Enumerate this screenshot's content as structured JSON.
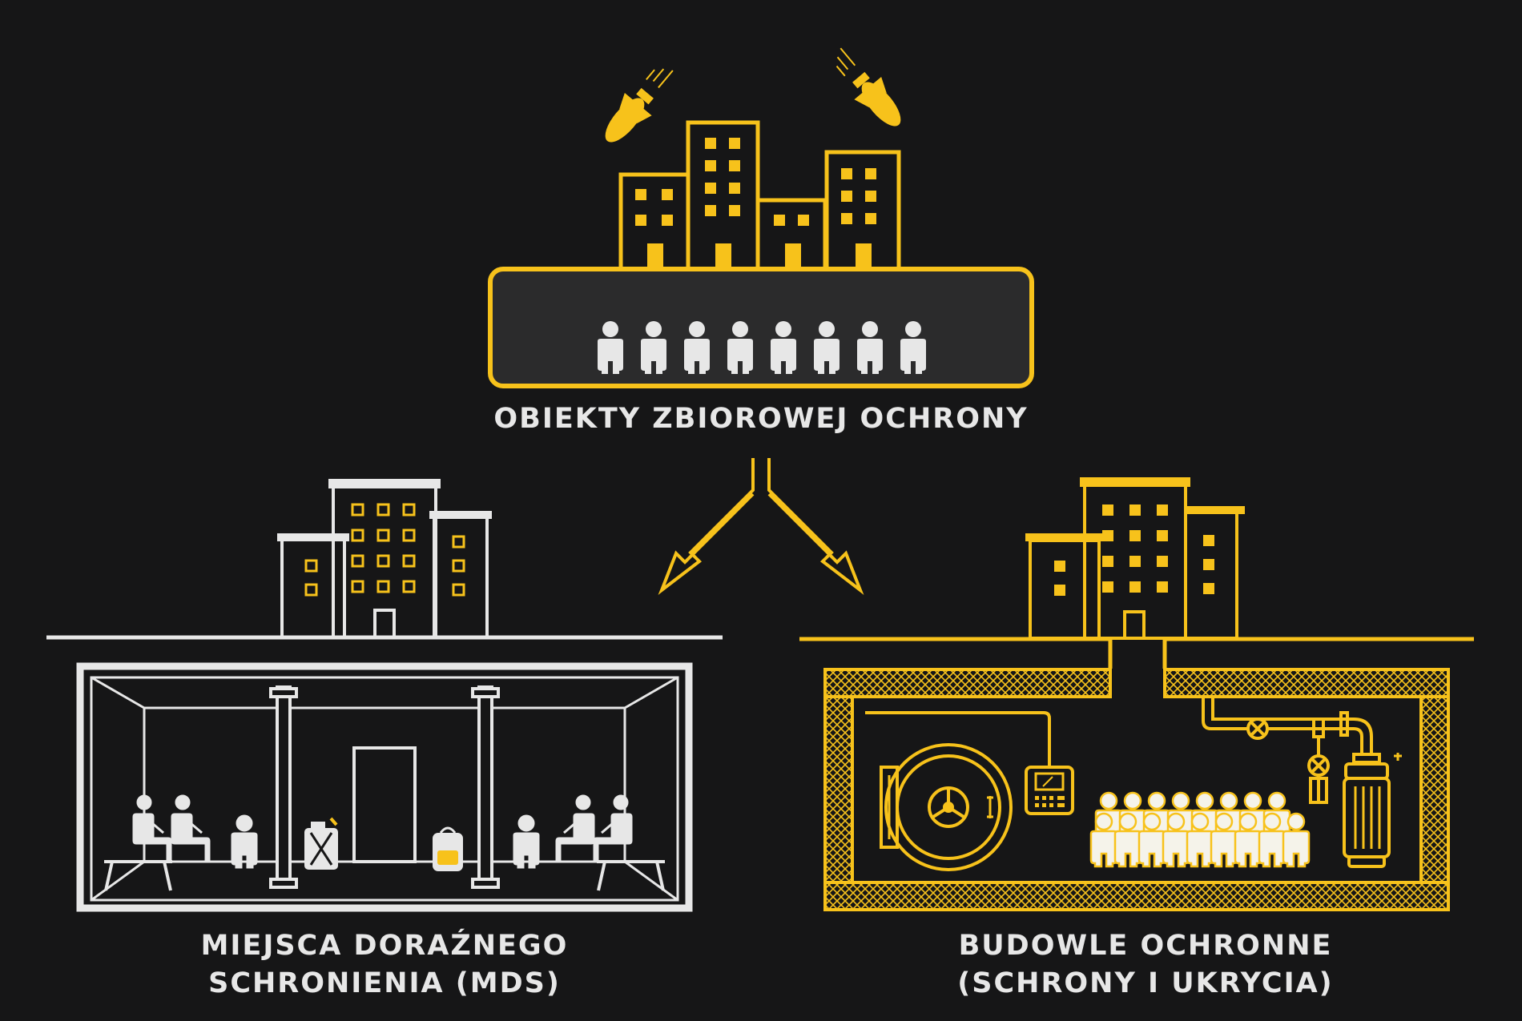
{
  "colors": {
    "background": "#161617",
    "accent": "#f7c21b",
    "outline": "#e7e7e7"
  },
  "icons": [
    "bomb-icon",
    "city-buildings-icon",
    "person-icon",
    "split-arrow-icon",
    "building-icon",
    "column-icon",
    "door-icon",
    "jerrycan-icon",
    "backpack-icon",
    "bench-icon",
    "blast-door-icon",
    "control-panel-icon",
    "pipe-valve-icon",
    "air-filter-icon",
    "crowd-icon"
  ],
  "labels": {
    "top": "OBIEKTY ZBIOROWEJ OCHRONY",
    "left_line1": "MIEJSCA DORAŹNEGO",
    "left_line2": "SCHRONIENIA (MDS)",
    "right_line1": "BUDOWLE OCHRONNE",
    "right_line2": "(SCHRONY I UKRYCIA)"
  }
}
